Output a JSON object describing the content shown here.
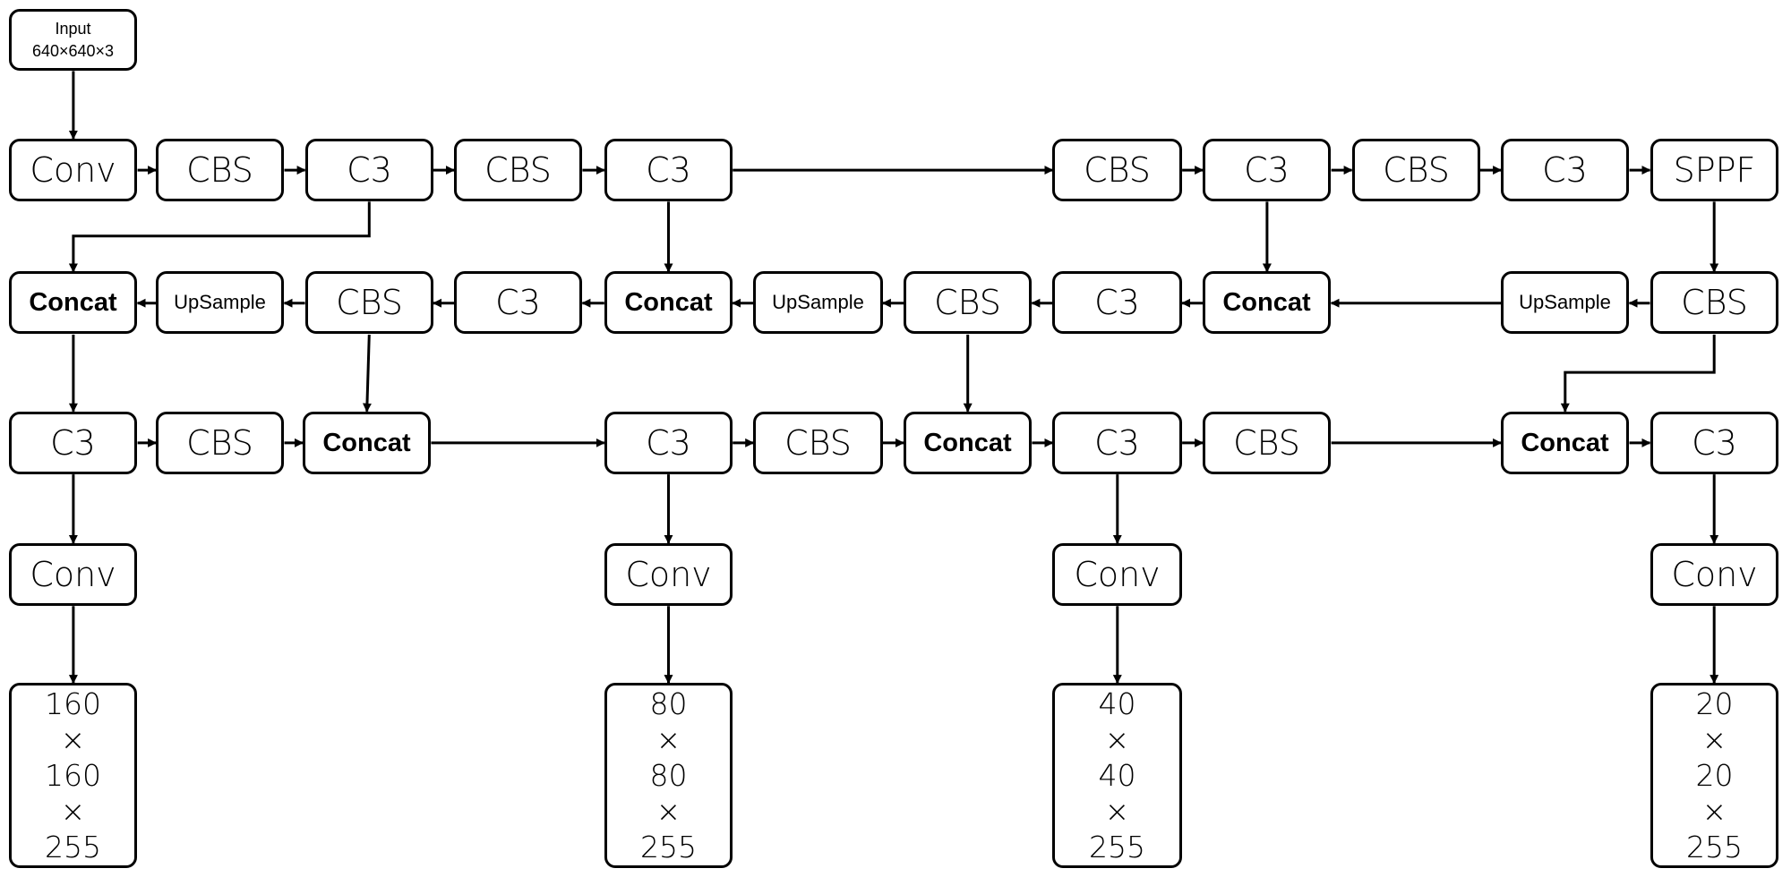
{
  "diagram": {
    "nodes": {
      "input": {
        "label": "Input\n640×640×3"
      },
      "r1_conv": {
        "label": "Conv"
      },
      "r1_cbs1": {
        "label": "CBS"
      },
      "r1_c3_1": {
        "label": "C3"
      },
      "r1_cbs2": {
        "label": "CBS"
      },
      "r1_c3_2": {
        "label": "C3"
      },
      "r1_cbs3": {
        "label": "CBS"
      },
      "r1_c3_3": {
        "label": "C3"
      },
      "r1_cbs4": {
        "label": "CBS"
      },
      "r1_c3_4": {
        "label": "C3"
      },
      "r1_sppf": {
        "label": "SPPF"
      },
      "r2_concat1": {
        "label": "Concat"
      },
      "r2_up1": {
        "label": "UpSample"
      },
      "r2_cbs1": {
        "label": "CBS"
      },
      "r2_c3_1": {
        "label": "C3"
      },
      "r2_concat2": {
        "label": "Concat"
      },
      "r2_up2": {
        "label": "UpSample"
      },
      "r2_cbs2": {
        "label": "CBS"
      },
      "r2_c3_2": {
        "label": "C3"
      },
      "r2_concat3": {
        "label": "Concat"
      },
      "r2_up3": {
        "label": "UpSample"
      },
      "r2_cbs3": {
        "label": "CBS"
      },
      "r3_c3_1": {
        "label": "C3"
      },
      "r3_cbs1": {
        "label": "CBS"
      },
      "r3_concat1": {
        "label": "Concat"
      },
      "r3_c3_2": {
        "label": "C3"
      },
      "r3_cbs2": {
        "label": "CBS"
      },
      "r3_concat2": {
        "label": "Concat"
      },
      "r3_c3_3": {
        "label": "C3"
      },
      "r3_cbs3": {
        "label": "CBS"
      },
      "r3_concat3": {
        "label": "Concat"
      },
      "r3_c3_4": {
        "label": "C3"
      },
      "r4_conv1": {
        "label": "Conv"
      },
      "r4_conv2": {
        "label": "Conv"
      },
      "r4_conv3": {
        "label": "Conv"
      },
      "r4_conv4": {
        "label": "Conv"
      },
      "out1": {
        "label": "160\n×\n160\n×\n255"
      },
      "out2": {
        "label": "80\n×\n80\n×\n255"
      },
      "out3": {
        "label": "40\n×\n40\n×\n255"
      },
      "out4": {
        "label": "20\n×\n20\n×\n255"
      }
    },
    "edges": [
      [
        "input",
        "r1_conv"
      ],
      [
        "r1_conv",
        "r1_cbs1"
      ],
      [
        "r1_cbs1",
        "r1_c3_1"
      ],
      [
        "r1_c3_1",
        "r1_cbs2"
      ],
      [
        "r1_cbs2",
        "r1_c3_2"
      ],
      [
        "r1_c3_2",
        "r1_cbs3"
      ],
      [
        "r1_cbs3",
        "r1_c3_3"
      ],
      [
        "r1_c3_3",
        "r1_cbs4"
      ],
      [
        "r1_cbs4",
        "r1_c3_4"
      ],
      [
        "r1_c3_4",
        "r1_sppf"
      ],
      [
        "r1_c3_1",
        "r2_concat1"
      ],
      [
        "r1_c3_2",
        "r2_concat2"
      ],
      [
        "r1_c3_3",
        "r2_concat3"
      ],
      [
        "r1_sppf",
        "r2_cbs3"
      ],
      [
        "r2_cbs3",
        "r2_up3"
      ],
      [
        "r2_up3",
        "r2_concat3"
      ],
      [
        "r2_concat3",
        "r2_c3_2"
      ],
      [
        "r2_c3_2",
        "r2_cbs2"
      ],
      [
        "r2_cbs2",
        "r2_up2"
      ],
      [
        "r2_up2",
        "r2_concat2"
      ],
      [
        "r2_concat2",
        "r2_c3_1"
      ],
      [
        "r2_c3_1",
        "r2_cbs1"
      ],
      [
        "r2_cbs1",
        "r2_up1"
      ],
      [
        "r2_up1",
        "r2_concat1"
      ],
      [
        "r2_concat1",
        "r3_c3_1"
      ],
      [
        "r2_cbs1",
        "r3_concat1"
      ],
      [
        "r2_cbs2",
        "r3_concat2"
      ],
      [
        "r2_cbs3",
        "r3_concat3"
      ],
      [
        "r3_c3_1",
        "r3_cbs1"
      ],
      [
        "r3_cbs1",
        "r3_concat1"
      ],
      [
        "r3_concat1",
        "r3_c3_2"
      ],
      [
        "r3_c3_2",
        "r3_cbs2"
      ],
      [
        "r3_cbs2",
        "r3_concat2"
      ],
      [
        "r3_concat2",
        "r3_c3_3"
      ],
      [
        "r3_c3_3",
        "r3_cbs3"
      ],
      [
        "r3_cbs3",
        "r3_concat3"
      ],
      [
        "r3_concat3",
        "r3_c3_4"
      ],
      [
        "r3_c3_1",
        "r4_conv1"
      ],
      [
        "r3_c3_2",
        "r4_conv2"
      ],
      [
        "r3_c3_3",
        "r4_conv3"
      ],
      [
        "r3_c3_4",
        "r4_conv4"
      ],
      [
        "r4_conv1",
        "out1"
      ],
      [
        "r4_conv2",
        "out2"
      ],
      [
        "r4_conv3",
        "out3"
      ],
      [
        "r4_conv4",
        "out4"
      ]
    ]
  }
}
